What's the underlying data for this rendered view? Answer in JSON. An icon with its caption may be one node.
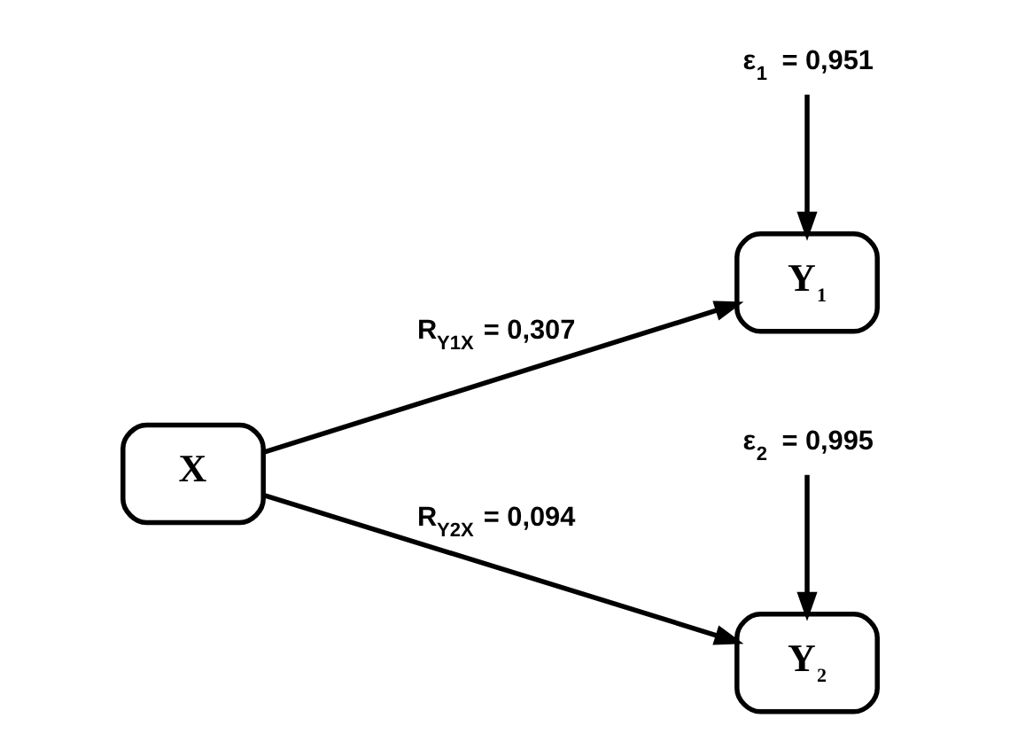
{
  "diagram": {
    "nodes": [
      {
        "text": [
          "X"
        ]
      },
      {
        "text": [
          "ε$_{1}$ = 0,951"
        ]
      },
      {
        "text": [
          "Y$_{1}$"
        ]
      },
      {
        "text": [
          "ε$_{2}$ = 0,995"
        ]
      },
      {
        "text": [
          "Y$_{2}$"
        ]
      }
    ],
    "edges": [
      {
        "from": 0,
        "to": 2,
        "arrow": "to",
        "label": "R$_{Y1X}$ = 0,307"
      },
      {
        "from": 0,
        "to": 4,
        "arrow": "to",
        "label": "R$_{Y2X}$ = 0,094"
      },
      {
        "from": 1,
        "to": 2,
        "arrow": "to"
      },
      {
        "from": 3,
        "to": 4,
        "arrow": "to"
      }
    ]
  }
}
